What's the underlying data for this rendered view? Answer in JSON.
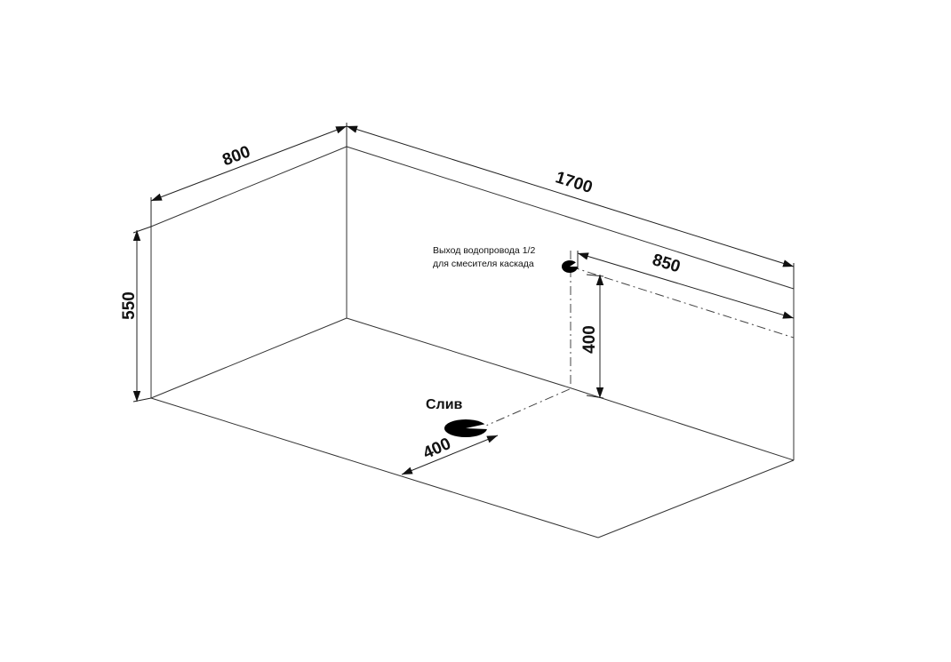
{
  "dimensions": {
    "width": "800",
    "length": "1700",
    "height": "550",
    "outlet_offset": "850",
    "outlet_height": "400",
    "drain_offset": "400"
  },
  "labels": {
    "outlet_line1": "Выход водопровода 1/2",
    "outlet_line2": "для смесителя каскада",
    "drain": "Слив"
  },
  "colors": {
    "line": "#333333",
    "hole": "#000000"
  }
}
